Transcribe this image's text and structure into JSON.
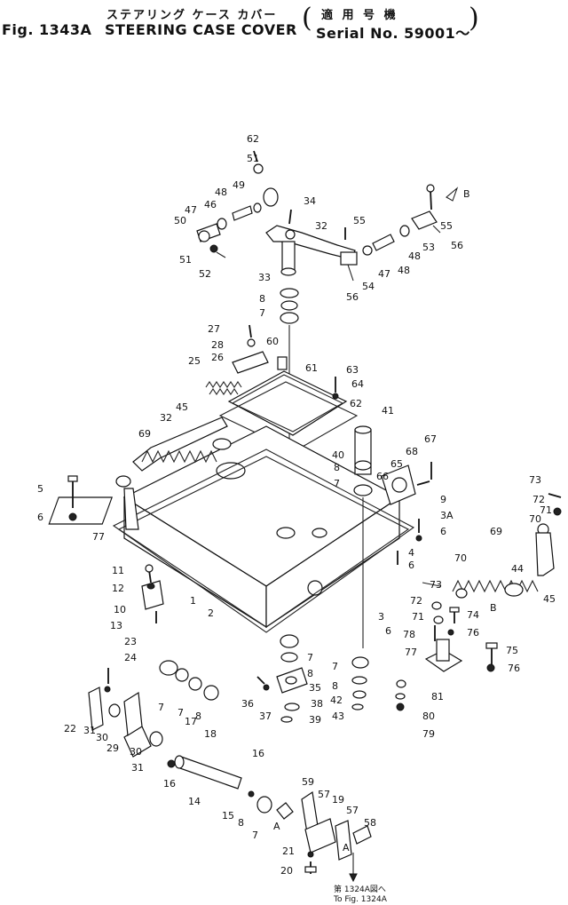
{
  "header": {
    "title_jp": "ステアリング ケース カバー",
    "figure_no": "Fig. 1343A",
    "title_en": "STEERING CASE COVER",
    "applicability_jp": "適 用 号 機",
    "serial": "Serial No. 59001～"
  },
  "footnote": {
    "jp": "第 1324A図へ",
    "en": "To Fig. 1324A"
  },
  "callouts": [
    {
      "id": "c1",
      "text": "62"
    },
    {
      "id": "c2",
      "text": "51"
    },
    {
      "id": "c3",
      "text": "49"
    },
    {
      "id": "c4",
      "text": "48"
    },
    {
      "id": "c5",
      "text": "46"
    },
    {
      "id": "c6",
      "text": "47"
    },
    {
      "id": "c7",
      "text": "50"
    },
    {
      "id": "c8",
      "text": "51"
    },
    {
      "id": "c9",
      "text": "52"
    },
    {
      "id": "c10",
      "text": "34"
    },
    {
      "id": "c11",
      "text": "32"
    },
    {
      "id": "c12",
      "text": "55"
    },
    {
      "id": "c13",
      "text": "B"
    },
    {
      "id": "c14",
      "text": "55"
    },
    {
      "id": "c15",
      "text": "56"
    },
    {
      "id": "c16",
      "text": "53"
    },
    {
      "id": "c17",
      "text": "48"
    },
    {
      "id": "c18",
      "text": "48"
    },
    {
      "id": "c19",
      "text": "47"
    },
    {
      "id": "c20",
      "text": "54"
    },
    {
      "id": "c21",
      "text": "56"
    },
    {
      "id": "c22",
      "text": "33"
    },
    {
      "id": "c23",
      "text": "8"
    },
    {
      "id": "c24",
      "text": "7"
    },
    {
      "id": "c25",
      "text": "27"
    },
    {
      "id": "c26",
      "text": "60"
    },
    {
      "id": "c27",
      "text": "28"
    },
    {
      "id": "c28",
      "text": "26"
    },
    {
      "id": "c29",
      "text": "25"
    },
    {
      "id": "c30",
      "text": "61"
    },
    {
      "id": "c31",
      "text": "63"
    },
    {
      "id": "c32",
      "text": "64"
    },
    {
      "id": "c33",
      "text": "62"
    },
    {
      "id": "c34",
      "text": "41"
    },
    {
      "id": "c35",
      "text": "32"
    },
    {
      "id": "c36",
      "text": "45"
    },
    {
      "id": "c37",
      "text": "69"
    },
    {
      "id": "c38",
      "text": "40"
    },
    {
      "id": "c39",
      "text": "68"
    },
    {
      "id": "c40",
      "text": "67"
    },
    {
      "id": "c41",
      "text": "8"
    },
    {
      "id": "c42",
      "text": "65"
    },
    {
      "id": "c43",
      "text": "66"
    },
    {
      "id": "c44",
      "text": "7"
    },
    {
      "id": "c45",
      "text": "9"
    },
    {
      "id": "c46",
      "text": "3A"
    },
    {
      "id": "c47",
      "text": "6"
    },
    {
      "id": "c48",
      "text": "73"
    },
    {
      "id": "c49",
      "text": "72"
    },
    {
      "id": "c50",
      "text": "71"
    },
    {
      "id": "c51",
      "text": "70"
    },
    {
      "id": "c52",
      "text": "69"
    },
    {
      "id": "c53",
      "text": "5"
    },
    {
      "id": "c54",
      "text": "6"
    },
    {
      "id": "c55",
      "text": "77"
    },
    {
      "id": "c56",
      "text": "4"
    },
    {
      "id": "c57",
      "text": "6"
    },
    {
      "id": "c58",
      "text": "70"
    },
    {
      "id": "c59",
      "text": "44"
    },
    {
      "id": "c60",
      "text": "73"
    },
    {
      "id": "c61",
      "text": "72"
    },
    {
      "id": "c62",
      "text": "74"
    },
    {
      "id": "c63",
      "text": "71"
    },
    {
      "id": "c64",
      "text": "B"
    },
    {
      "id": "c65",
      "text": "45"
    },
    {
      "id": "c66",
      "text": "11"
    },
    {
      "id": "c67",
      "text": "12"
    },
    {
      "id": "c68",
      "text": "10"
    },
    {
      "id": "c69",
      "text": "13"
    },
    {
      "id": "c70",
      "text": "1"
    },
    {
      "id": "c71",
      "text": "2"
    },
    {
      "id": "c72",
      "text": "3"
    },
    {
      "id": "c73",
      "text": "6"
    },
    {
      "id": "c74",
      "text": "78"
    },
    {
      "id": "c75",
      "text": "76"
    },
    {
      "id": "c76",
      "text": "77"
    },
    {
      "id": "c77",
      "text": "75"
    },
    {
      "id": "c78",
      "text": "76"
    },
    {
      "id": "c79",
      "text": "23"
    },
    {
      "id": "c80",
      "text": "24"
    },
    {
      "id": "c81",
      "text": "7"
    },
    {
      "id": "c82",
      "text": "7"
    },
    {
      "id": "c83",
      "text": "8"
    },
    {
      "id": "c84",
      "text": "7"
    },
    {
      "id": "c85",
      "text": "8"
    },
    {
      "id": "c86",
      "text": "35"
    },
    {
      "id": "c87",
      "text": "36"
    },
    {
      "id": "c88",
      "text": "37"
    },
    {
      "id": "c89",
      "text": "38"
    },
    {
      "id": "c90",
      "text": "39"
    },
    {
      "id": "c91",
      "text": "42"
    },
    {
      "id": "c92",
      "text": "43"
    },
    {
      "id": "c93",
      "text": "81"
    },
    {
      "id": "c94",
      "text": "80"
    },
    {
      "id": "c95",
      "text": "79"
    },
    {
      "id": "c96",
      "text": "22"
    },
    {
      "id": "c97",
      "text": "31"
    },
    {
      "id": "c98",
      "text": "30"
    },
    {
      "id": "c99",
      "text": "29"
    },
    {
      "id": "c100",
      "text": "7"
    },
    {
      "id": "c101",
      "text": "8"
    },
    {
      "id": "c102",
      "text": "17"
    },
    {
      "id": "c103",
      "text": "18"
    },
    {
      "id": "c104",
      "text": "30"
    },
    {
      "id": "c105",
      "text": "31"
    },
    {
      "id": "c106",
      "text": "16"
    },
    {
      "id": "c107",
      "text": "16"
    },
    {
      "id": "c108",
      "text": "14"
    },
    {
      "id": "c109",
      "text": "15"
    },
    {
      "id": "c110",
      "text": "8"
    },
    {
      "id": "c111",
      "text": "7"
    },
    {
      "id": "c112",
      "text": "59"
    },
    {
      "id": "c113",
      "text": "A"
    },
    {
      "id": "c114",
      "text": "57"
    },
    {
      "id": "c115",
      "text": "19"
    },
    {
      "id": "c116",
      "text": "57"
    },
    {
      "id": "c117",
      "text": "58"
    },
    {
      "id": "c118",
      "text": "21"
    },
    {
      "id": "c119",
      "text": "20"
    },
    {
      "id": "c120",
      "text": "A"
    }
  ]
}
